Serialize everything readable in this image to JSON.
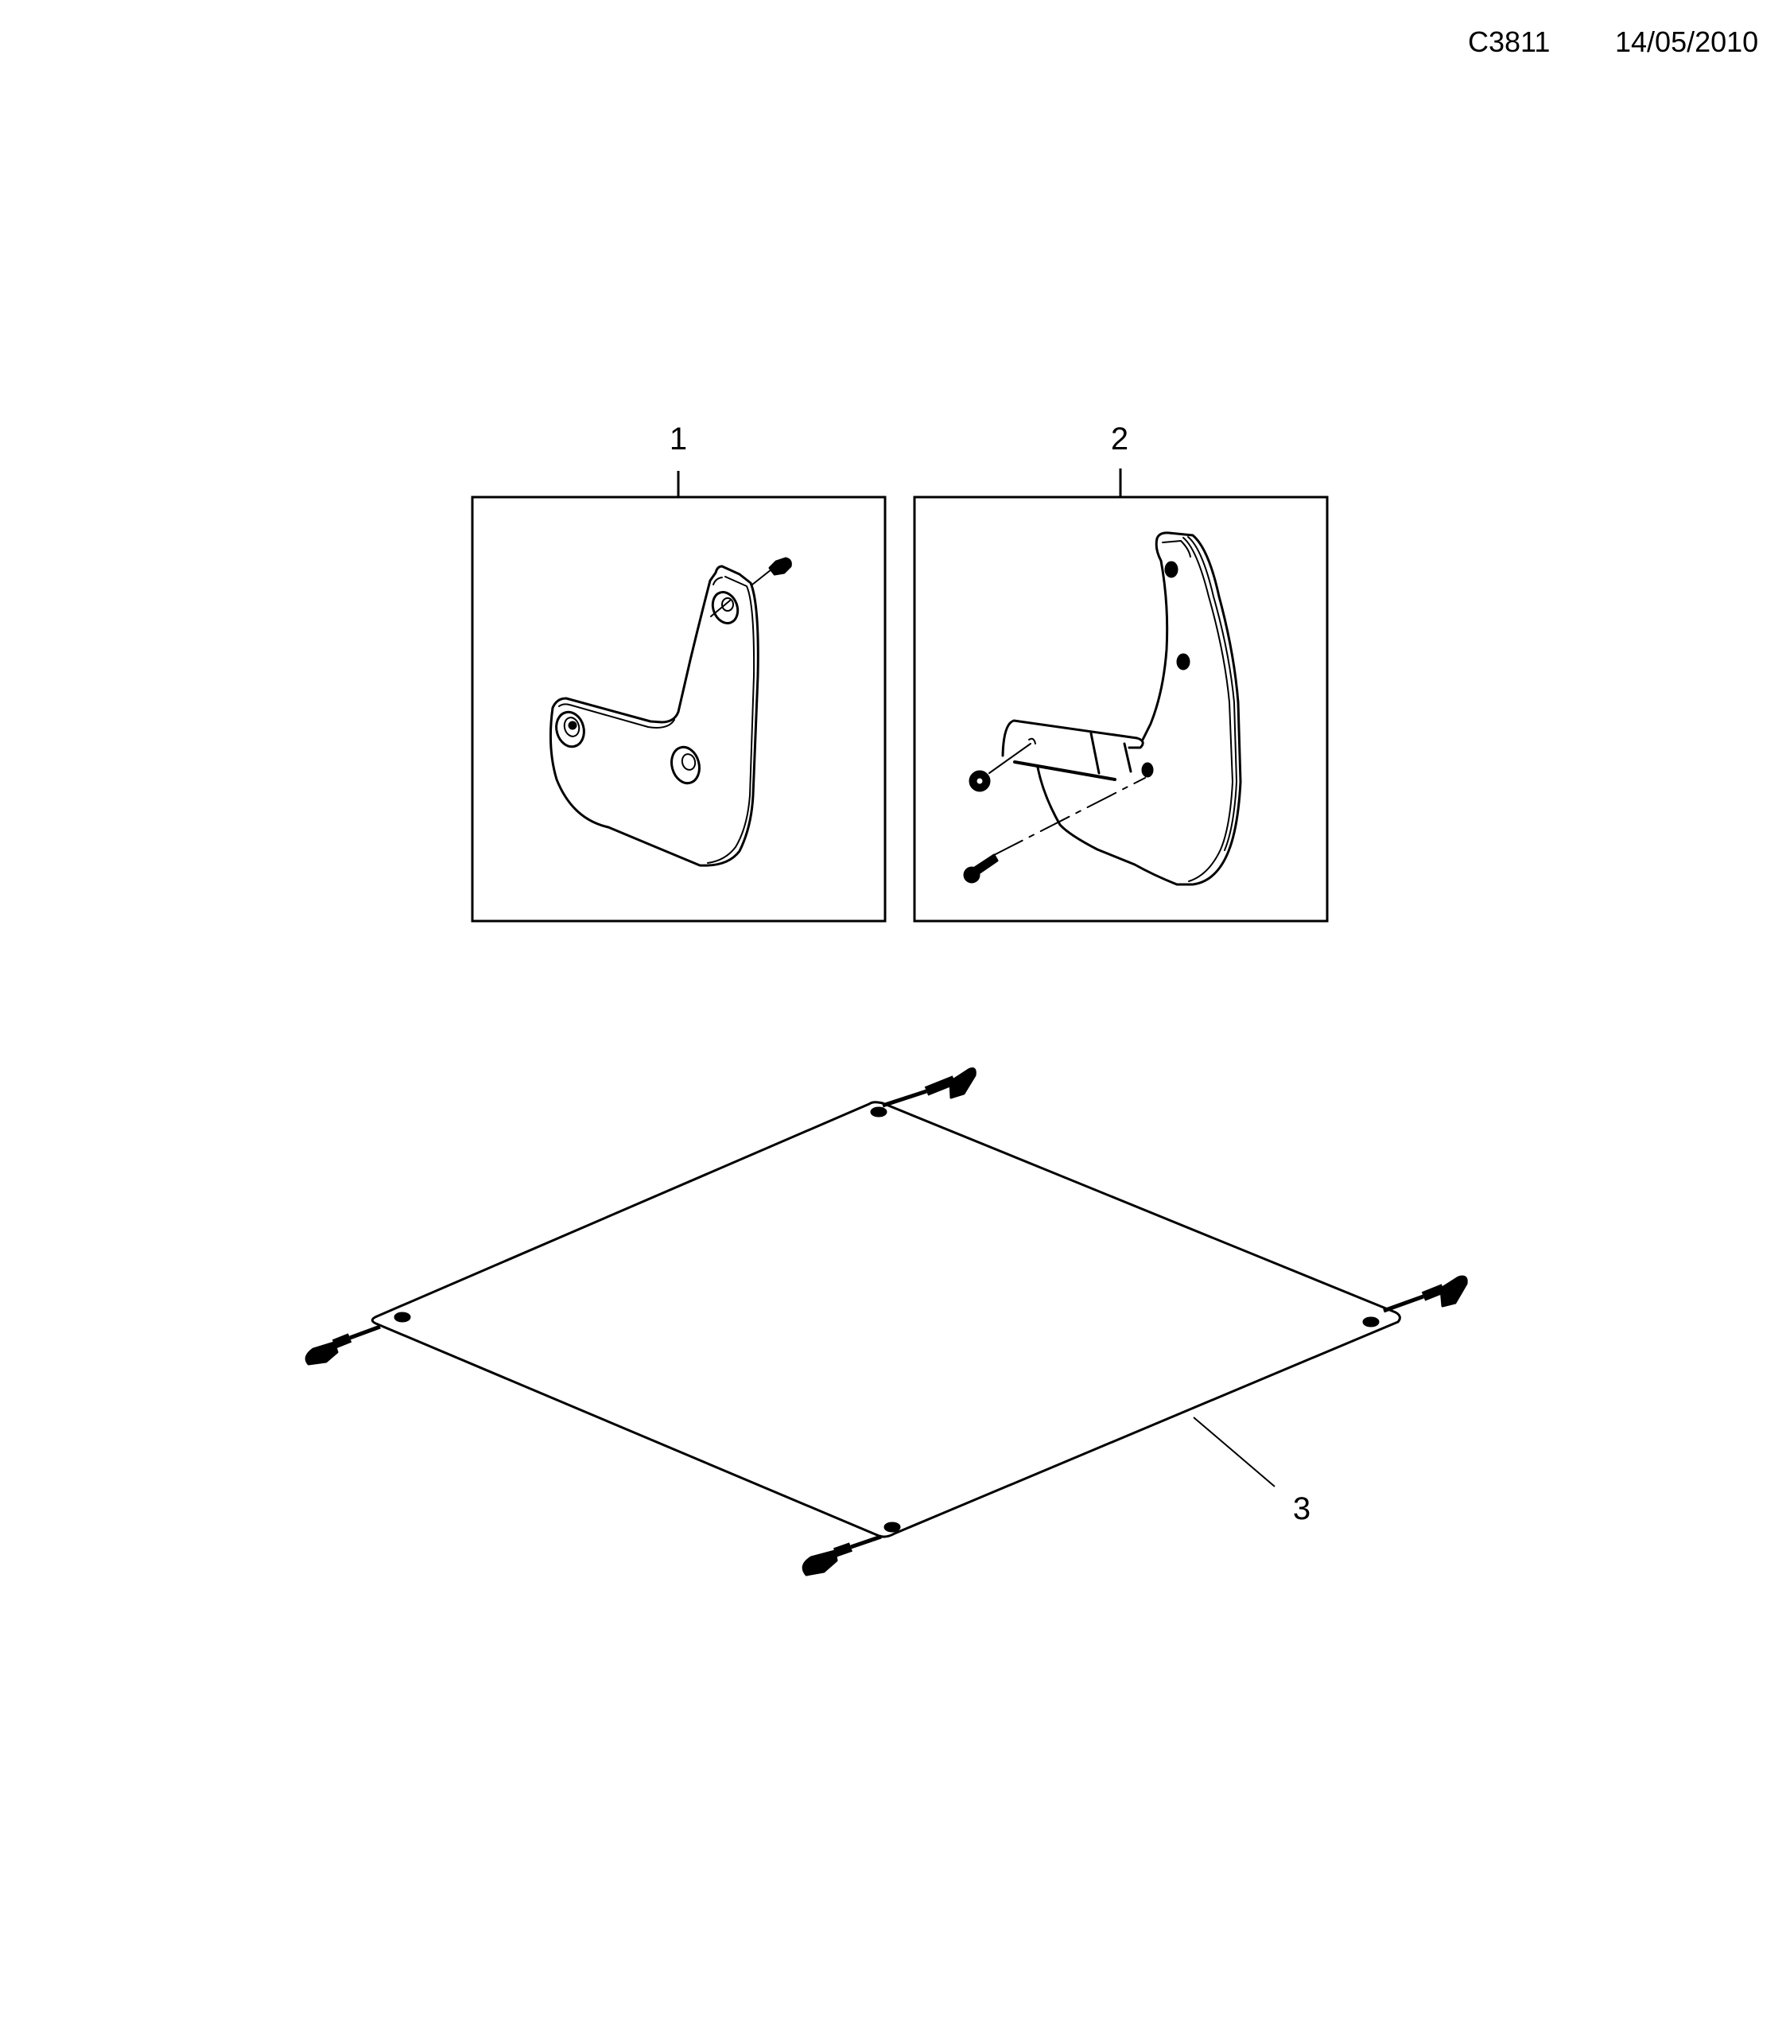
{
  "header": {
    "diagram_code": "C3811",
    "date": "14/05/2010"
  },
  "callouts": [
    {
      "number": "1",
      "part": "mudguard-front-kit"
    },
    {
      "number": "2",
      "part": "mudguard-rear-kit"
    },
    {
      "number": "3",
      "part": "luggage-net"
    }
  ],
  "colors": {
    "line": "#000000",
    "background": "#ffffff"
  }
}
